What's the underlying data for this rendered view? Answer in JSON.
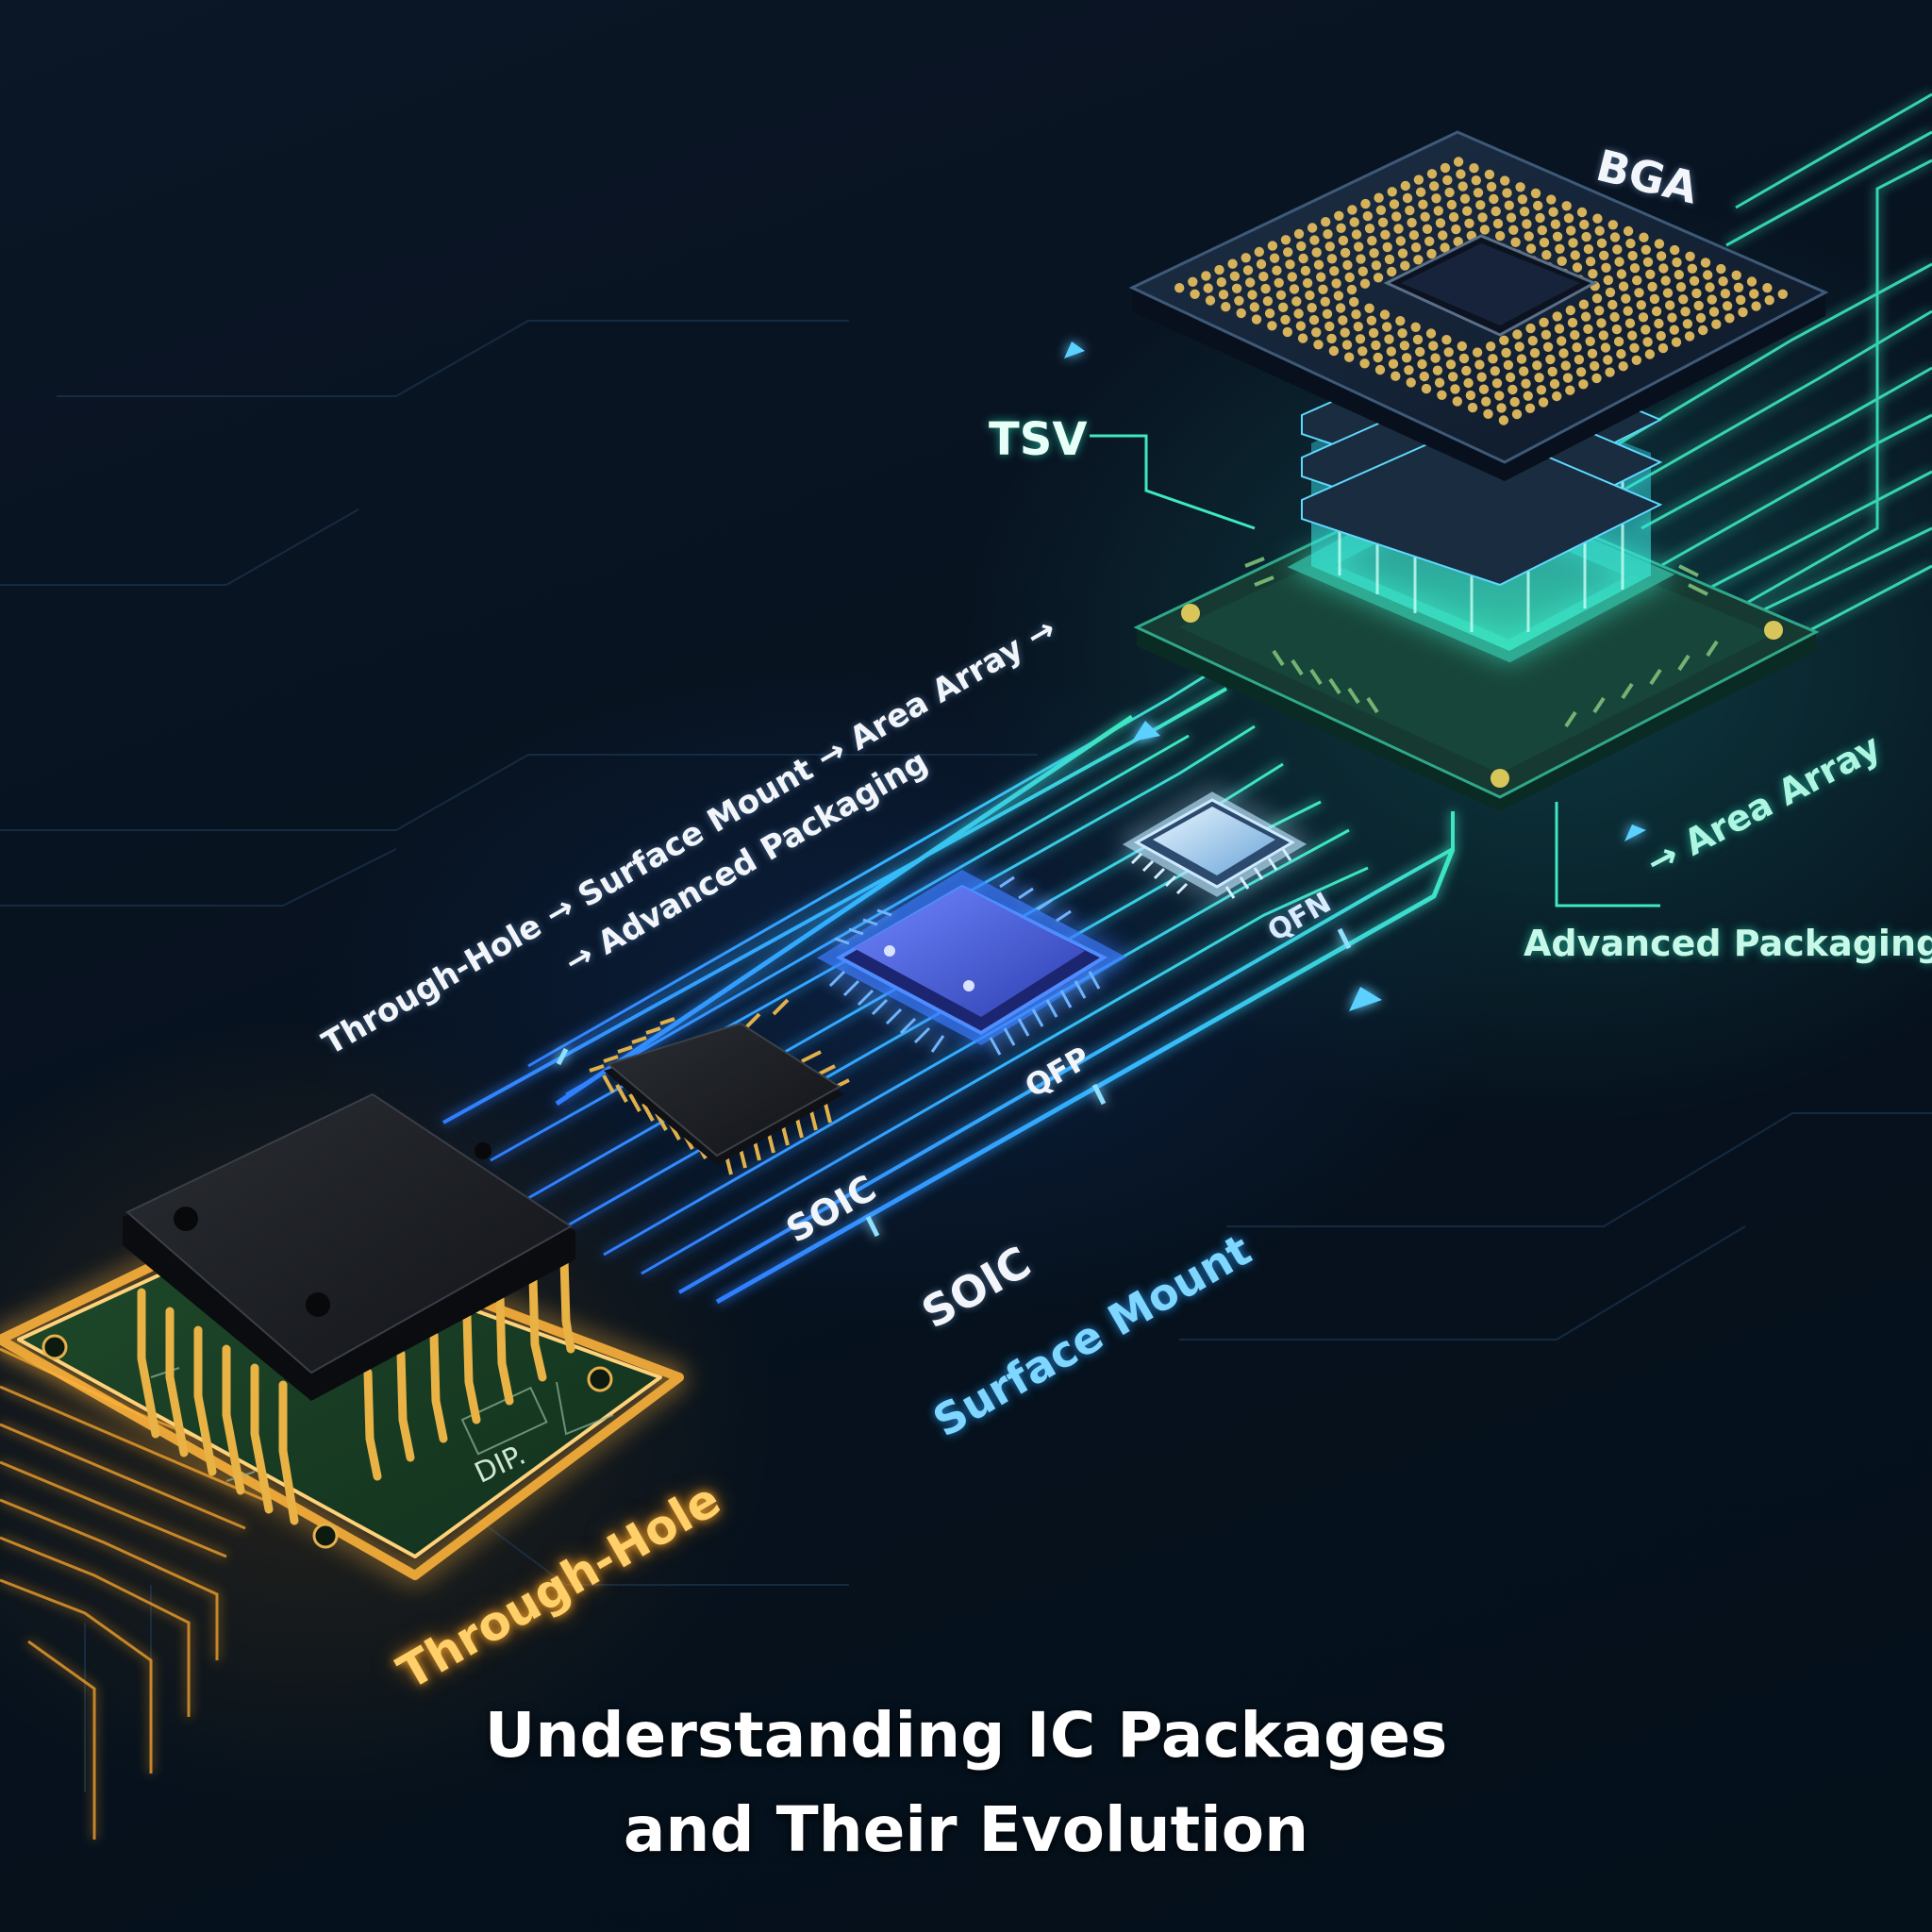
{
  "labels": {
    "bga": "BGA",
    "tsv": "TSV",
    "flow_line1": "Through-Hole → Surface Mount → Area Array →",
    "flow_line2": "→ Advanced Packaging",
    "area_array": "→ Area Array",
    "advanced_packaging": "Advanced Packaging",
    "qfn": "QFN",
    "qfp": "QFP",
    "soic_chip": "SOIC",
    "soic_track": "SOIC",
    "surface_mount": "Surface Mount",
    "through_hole": "Through-Hole",
    "dip": "DIP."
  },
  "title": {
    "line1": "Understanding IC Packages",
    "line2": "and Their Evolution"
  },
  "colors": {
    "background": "#06101c",
    "through_hole_glow": "#ffb43a",
    "surface_mount_glow": "#3aa8ff",
    "advanced_glow": "#3ee8c0"
  }
}
